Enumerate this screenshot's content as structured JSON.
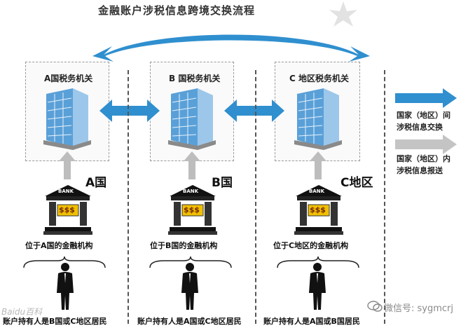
{
  "title": "金融账户涉税信息跨境交换流程",
  "authorities": [
    {
      "label": "A国税务机关"
    },
    {
      "label": "B 国税务机关"
    },
    {
      "label": "C 地区税务机关"
    }
  ],
  "countries": [
    "A国",
    "B国",
    "C地区"
  ],
  "bank_sign": "BANK",
  "bank_money": "$$$",
  "institutions": [
    "位于A国的金融机构",
    "位于B国的金融机构",
    "位于C地区的金融机构"
  ],
  "holders": [
    "账户持有人是B国或C地区居民",
    "账户持有人是A国或C地区居民",
    "账户持有人是A国或B国居民"
  ],
  "legend": {
    "exchange_lines": [
      "国家（地区）间",
      "涉税信息交换"
    ],
    "report_lines": [
      "国家（地区）内",
      "涉税信息报送"
    ]
  },
  "watermark": {
    "wechat": "微信号: sygmcrj",
    "corner": "Baidu百科"
  },
  "colors": {
    "exchange_arrow": "#2f8fcf",
    "report_arrow": "#bdbdbd",
    "building": "#5aa0d8"
  }
}
